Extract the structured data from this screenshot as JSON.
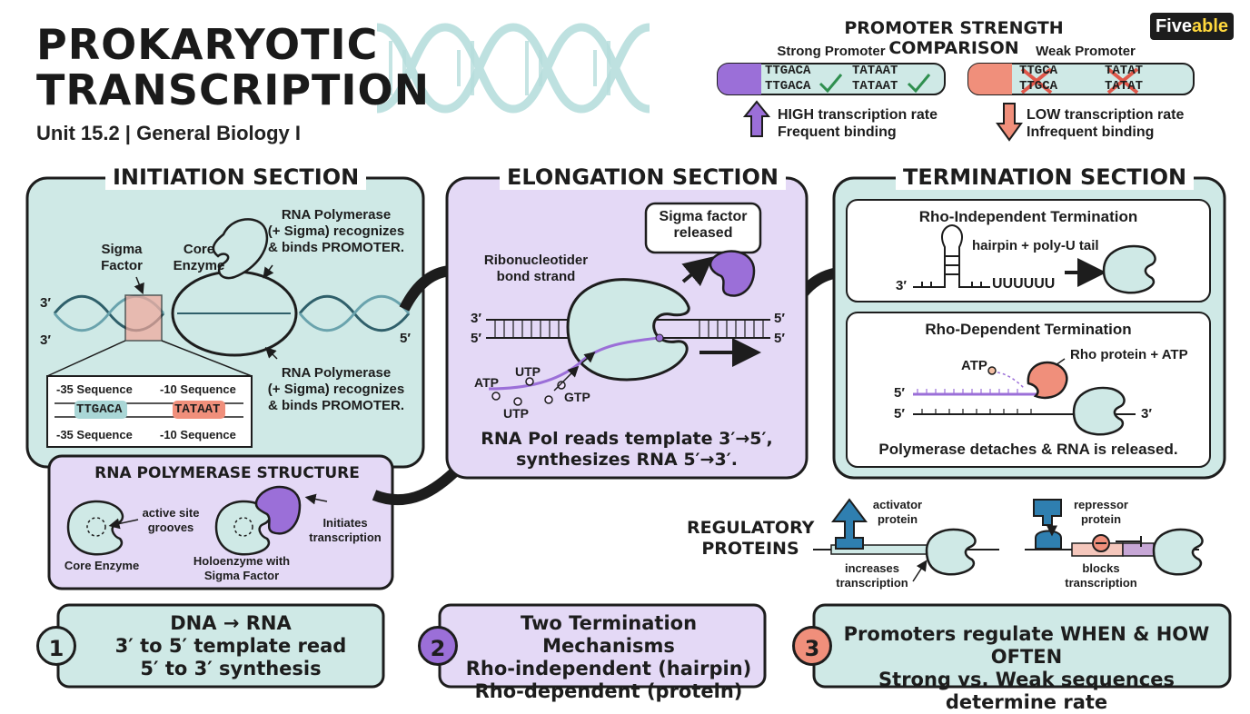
{
  "header": {
    "title_line1": "PROKARYOTIC",
    "title_line2": "TRANSCRIPTION",
    "subtitle": "Unit 15.2 | General Biology I",
    "logo_part1": "Five",
    "logo_part2": "able"
  },
  "promoter_comparison": {
    "title": "PROMOTER STRENGTH COMPARISON",
    "strong": {
      "label": "Strong Promoter",
      "seq1": "TTGACA",
      "seq2": "TATAAT",
      "seq3": "TTGACA",
      "seq4": "TATAAT",
      "rate": "HIGH transcription rate",
      "binding": "Frequent binding"
    },
    "weak": {
      "label": "Weak Promoter",
      "seq1": "TTGCA",
      "seq2": "TATAT",
      "seq3": "TTGCA",
      "seq4": "TATAT",
      "rate": "LOW transcription rate",
      "binding": "Infrequent binding"
    }
  },
  "initiation": {
    "title": "INITIATION SECTION",
    "sigma_factor": "Sigma\nFactor",
    "core_enzyme": "Core\nEnzyme",
    "rnap_top": "RNA Polymerase\n(+ Sigma) recognizes\n& binds PROMOTER.",
    "rnap_bottom": "RNA Polymerase\n(+ Sigma) recognizes\n& binds PROMOTER.",
    "end_3a": "3′",
    "end_3b": "3′",
    "end_5": "5′",
    "seq35_top": "-35 Sequence",
    "seq10_top": "-10 Sequence",
    "box35": "TTGACA",
    "box10": "TATAAT",
    "seq35_bottom": "-35 Sequence",
    "seq10_bottom": "-10 Sequence"
  },
  "rnap_structure": {
    "title": "RNA POLYMERASE STRUCTURE",
    "active_site": "active site\ngrooves",
    "core_enzyme": "Core Enzyme",
    "holoenzyme": "Holoenzyme with\nSigma Factor",
    "initiates": "Initiates\ntranscription"
  },
  "elongation": {
    "title": "ELONGATION SECTION",
    "sigma_released": "Sigma factor\nreleased",
    "ribo": "Ribonucleotider\nbond strand",
    "end_3": "3′",
    "end_5l": "5′",
    "end_5r1": "5′",
    "end_5r2": "5′",
    "atp": "ATP",
    "utp1": "UTP",
    "utp2": "UTP",
    "gtp": "GTP",
    "caption": "RNA Pol reads template 3′→5′,\nsynthesizes RNA 5′→3′."
  },
  "termination": {
    "title": "TERMINATION SECTION",
    "rho_ind_title": "Rho-Independent Termination",
    "hairpin": "hairpin + poly-U tail",
    "end_3": "3′",
    "polyu": "UUUUUU",
    "rho_dep_title": "Rho-Dependent Termination",
    "atp": "ATP",
    "rho_protein": "Rho protein + ATP",
    "end_5a": "5′",
    "end_5b": "5′",
    "end_3b": "3′",
    "detach": "Polymerase detaches & RNA is released."
  },
  "regulatory": {
    "title": "REGULATORY\nPROTEINS",
    "activator": "activator\nprotein",
    "increases": "increases\ntranscription",
    "repressor": "repressor\nprotein",
    "blocks": "blocks\ntranscription"
  },
  "summary": [
    {
      "num": "1",
      "text": "DNA → RNA\n3′ to 5′ template read\n5′ to 3′ synthesis",
      "color": "#cfe9e6"
    },
    {
      "num": "2",
      "text": "Two Termination Mechanisms\nRho-independent (hairpin)\nRho-dependent (protein)",
      "color": "#e4d9f6"
    },
    {
      "num": "3",
      "text": "Promoters regulate WHEN & HOW OFTEN\nStrong vs. Weak sequences determine rate",
      "color": "#cfe9e6"
    }
  ],
  "colors": {
    "teal": "#cfe9e6",
    "purple_bg": "#e4d9f6",
    "purple": "#9b6fd8",
    "salmon": "#f08f7b",
    "blue": "#2f7fb0",
    "outline": "#1d1d1d"
  }
}
